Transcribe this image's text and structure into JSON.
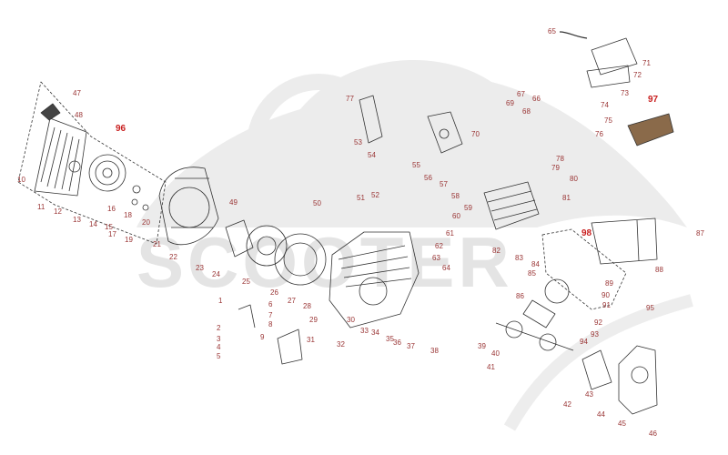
{
  "watermark": {
    "brand_text": "SCOOTER"
  },
  "colors": {
    "line": "#333333",
    "callout": "#9a3535",
    "group_callout": "#c81e1e",
    "watermark": "#e4e4e4"
  },
  "groups": {
    "g96": "96",
    "g97": "97",
    "g98": "98"
  },
  "callouts": {
    "n1": "1",
    "n2": "2",
    "n3": "3",
    "n4": "4",
    "n5": "5",
    "n6": "6",
    "n7": "7",
    "n8": "8",
    "n9": "9",
    "n10": "10",
    "n11": "11",
    "n12": "12",
    "n13": "13",
    "n14": "14",
    "n15": "15",
    "n16": "16",
    "n17": "17",
    "n18": "18",
    "n19": "19",
    "n20": "20",
    "n21": "21",
    "n22": "22",
    "n23": "23",
    "n24": "24",
    "n25": "25",
    "n26": "26",
    "n27": "27",
    "n28": "28",
    "n29": "29",
    "n30": "30",
    "n31": "31",
    "n32": "32",
    "n33": "33",
    "n34": "34",
    "n35": "35",
    "n36": "36",
    "n37": "37",
    "n38": "38",
    "n39": "39",
    "n40": "40",
    "n41": "41",
    "n42": "42",
    "n43": "43",
    "n44": "44",
    "n45": "45",
    "n46": "46",
    "n47": "47",
    "n48": "48",
    "n49": "49",
    "n50": "50",
    "n51": "51",
    "n52": "52",
    "n53": "53",
    "n54": "54",
    "n55": "55",
    "n56": "56",
    "n57": "57",
    "n58": "58",
    "n59": "59",
    "n60": "60",
    "n61": "61",
    "n62": "62",
    "n63": "63",
    "n64": "64",
    "n65": "65",
    "n66": "66",
    "n67": "67",
    "n68": "68",
    "n69": "69",
    "n70": "70",
    "n71": "71",
    "n72": "72",
    "n73": "73",
    "n74": "74",
    "n75": "75",
    "n76": "76",
    "n77": "77",
    "n78": "78",
    "n79": "79",
    "n80": "80",
    "n81": "81",
    "n82": "82",
    "n83": "83",
    "n84": "84",
    "n85": "85",
    "n86": "86",
    "n87": "87",
    "n88": "88",
    "n89": "89",
    "n90": "90",
    "n91": "91",
    "n92": "92",
    "n93": "93",
    "n94": "94",
    "n95": "95"
  }
}
